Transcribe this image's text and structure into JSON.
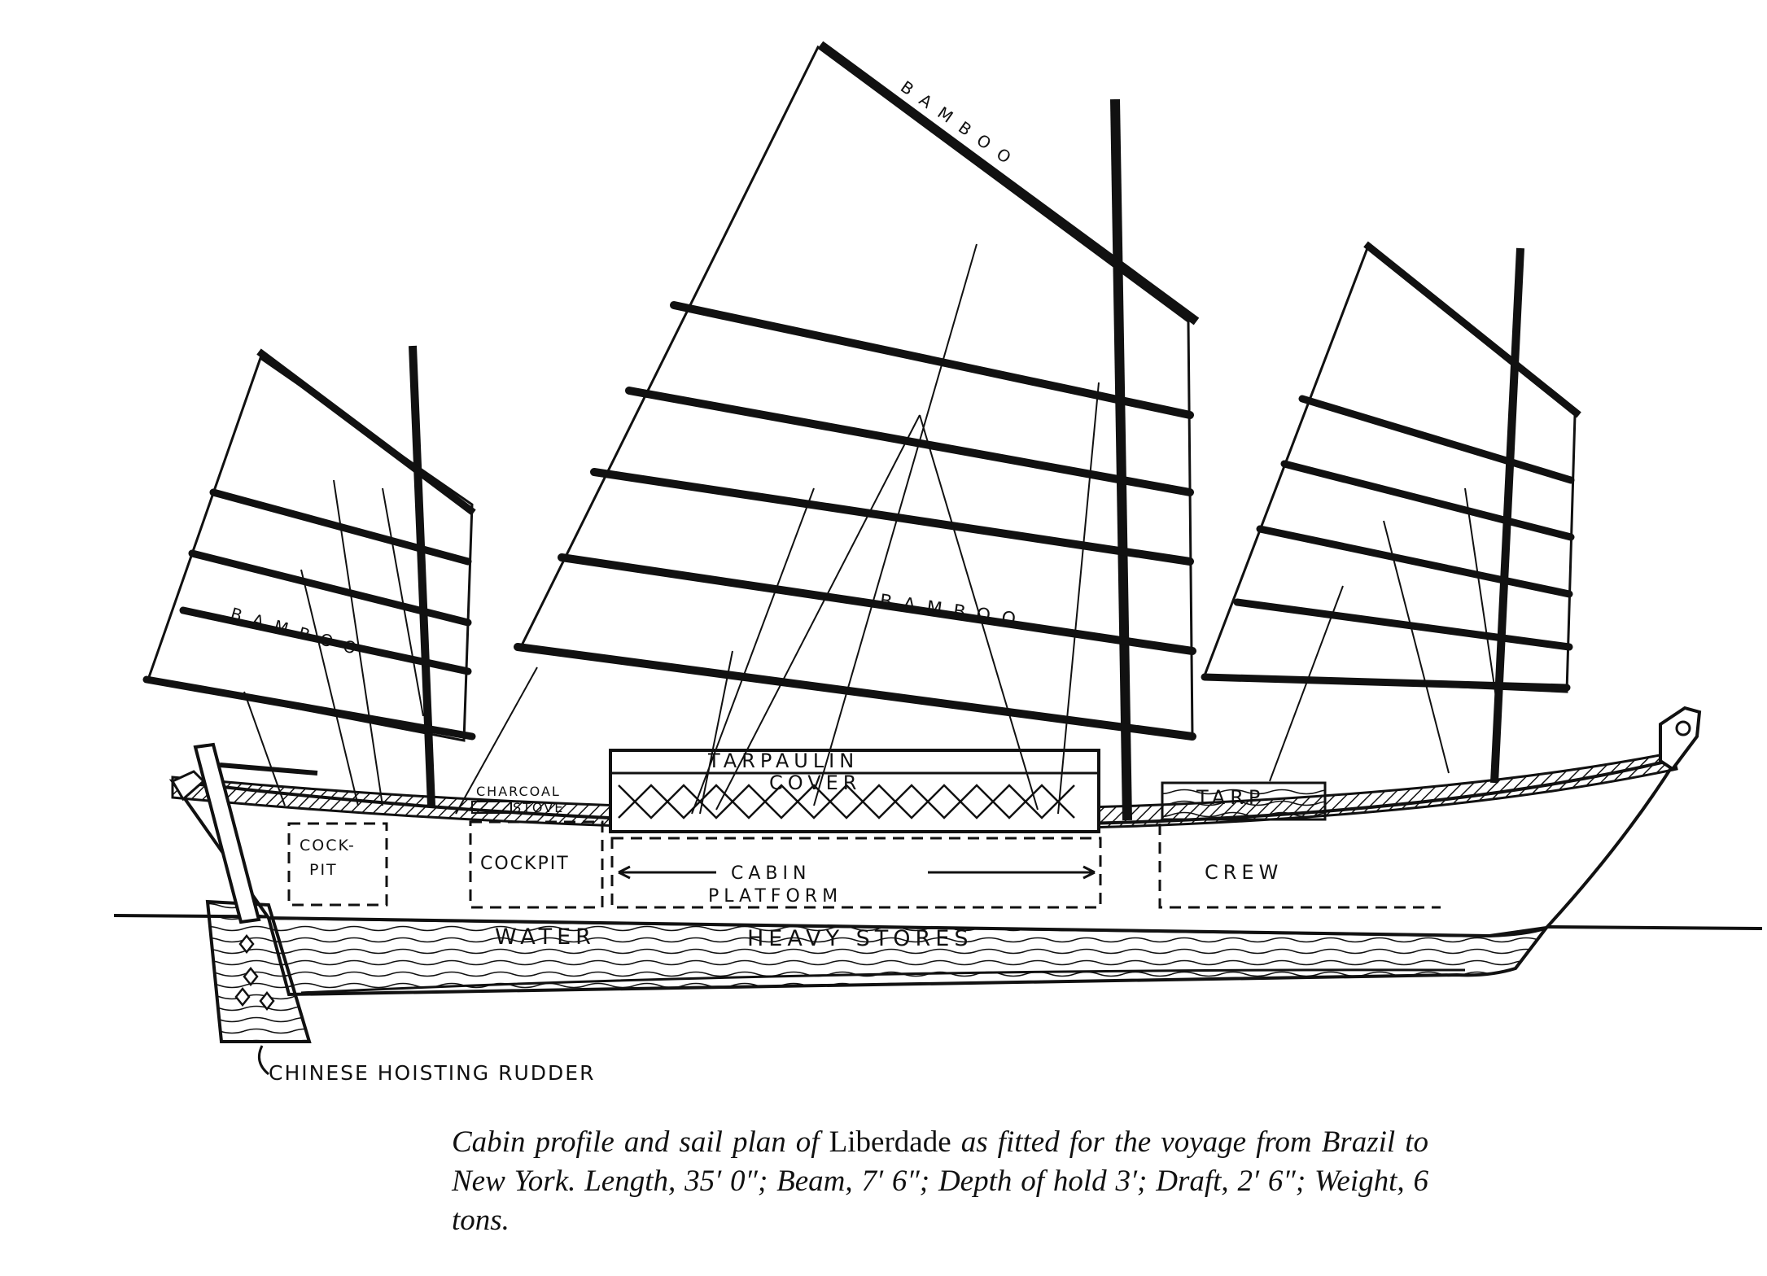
{
  "labels": {
    "bamboo_mizzen": "BAMBOO",
    "bamboo_main": "BAMBOO",
    "bamboo_main_top": "BAMBOO",
    "tarpaulin": "TARPAULIN",
    "cover": "COVER",
    "charcoal": "CHARCOAL",
    "stove": "STOVE",
    "cockpit_aft_1": "COCK-",
    "cockpit_aft_2": "PIT",
    "cockpit": "COCKPIT",
    "cabin": "CABIN",
    "platform": "PLATFORM",
    "crew": "CREW",
    "tarp": "TARP",
    "water": "WATER",
    "heavy_stores": "HEAVY STORES",
    "rudder": "CHINESE HOISTING RUDDER"
  },
  "caption": {
    "part1": "Cabin profile and sail plan of ",
    "ship_name": "Liberdade",
    "part2": " as fitted for the voyage from Brazil to New York. Length, 35′ 0″; Beam, 7′ 6″; Depth of hold 3′; Draft, 2′ 6″; Weight, 6 tons."
  }
}
